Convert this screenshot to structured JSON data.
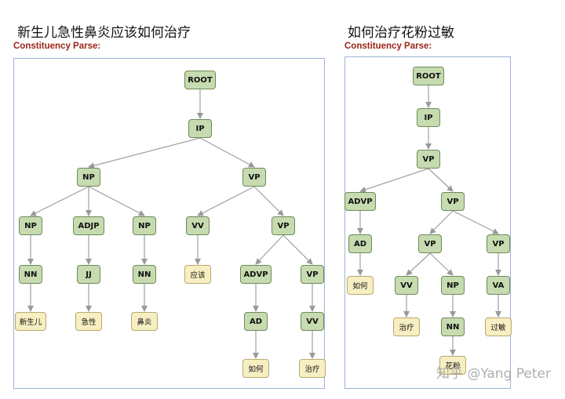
{
  "trees": [
    {
      "title": "新生儿急性鼻炎应该如何治疗",
      "subtitle": "Constituency Parse:",
      "nodes": [
        {
          "id": "ROOT",
          "label": "ROOT",
          "kind": "nt"
        },
        {
          "id": "IP",
          "label": "IP",
          "kind": "nt",
          "parent": "ROOT"
        },
        {
          "id": "NP0",
          "label": "NP",
          "kind": "nt",
          "parent": "IP"
        },
        {
          "id": "VP0",
          "label": "VP",
          "kind": "nt",
          "parent": "IP"
        },
        {
          "id": "NP1",
          "label": "NP",
          "kind": "nt",
          "parent": "NP0"
        },
        {
          "id": "ADJP",
          "label": "ADJP",
          "kind": "nt",
          "parent": "NP0"
        },
        {
          "id": "NP2",
          "label": "NP",
          "kind": "nt",
          "parent": "NP0"
        },
        {
          "id": "VV0",
          "label": "VV",
          "kind": "nt",
          "parent": "VP0"
        },
        {
          "id": "VP1",
          "label": "VP",
          "kind": "nt",
          "parent": "VP0"
        },
        {
          "id": "NN1",
          "label": "NN",
          "kind": "nt",
          "parent": "NP1"
        },
        {
          "id": "JJ",
          "label": "JJ",
          "kind": "nt",
          "parent": "ADJP"
        },
        {
          "id": "NN2",
          "label": "NN",
          "kind": "nt",
          "parent": "NP2"
        },
        {
          "id": "W_yinggai",
          "label": "应该",
          "kind": "lf",
          "parent": "VV0"
        },
        {
          "id": "ADVP",
          "label": "ADVP",
          "kind": "nt",
          "parent": "VP1"
        },
        {
          "id": "VP2",
          "label": "VP",
          "kind": "nt",
          "parent": "VP1"
        },
        {
          "id": "W_xinshenger",
          "label": "新生儿",
          "kind": "lf",
          "parent": "NN1"
        },
        {
          "id": "W_jixing",
          "label": "急性",
          "kind": "lf",
          "parent": "JJ"
        },
        {
          "id": "W_biyan",
          "label": "鼻炎",
          "kind": "lf",
          "parent": "NN2"
        },
        {
          "id": "AD",
          "label": "AD",
          "kind": "nt",
          "parent": "ADVP"
        },
        {
          "id": "VV1",
          "label": "VV",
          "kind": "nt",
          "parent": "VP2"
        },
        {
          "id": "W_ruhe",
          "label": "如何",
          "kind": "lf",
          "parent": "AD"
        },
        {
          "id": "W_zhiliao",
          "label": "治疗",
          "kind": "lf",
          "parent": "VV1"
        }
      ]
    },
    {
      "title": "如何治疗花粉过敏",
      "subtitle": "Constituency Parse:",
      "nodes": [
        {
          "id": "ROOT",
          "label": "ROOT",
          "kind": "nt"
        },
        {
          "id": "IP",
          "label": "IP",
          "kind": "nt",
          "parent": "ROOT"
        },
        {
          "id": "VP0",
          "label": "VP",
          "kind": "nt",
          "parent": "IP"
        },
        {
          "id": "ADVP",
          "label": "ADVP",
          "kind": "nt",
          "parent": "VP0"
        },
        {
          "id": "VP1",
          "label": "VP",
          "kind": "nt",
          "parent": "VP0"
        },
        {
          "id": "AD",
          "label": "AD",
          "kind": "nt",
          "parent": "ADVP"
        },
        {
          "id": "VP2",
          "label": "VP",
          "kind": "nt",
          "parent": "VP1"
        },
        {
          "id": "VP3",
          "label": "VP",
          "kind": "nt",
          "parent": "VP1"
        },
        {
          "id": "W_ruhe",
          "label": "如何",
          "kind": "lf",
          "parent": "AD"
        },
        {
          "id": "VV",
          "label": "VV",
          "kind": "nt",
          "parent": "VP2"
        },
        {
          "id": "NP",
          "label": "NP",
          "kind": "nt",
          "parent": "VP2"
        },
        {
          "id": "VA",
          "label": "VA",
          "kind": "nt",
          "parent": "VP3"
        },
        {
          "id": "W_zhiliao",
          "label": "治疗",
          "kind": "lf",
          "parent": "VV"
        },
        {
          "id": "NN",
          "label": "NN",
          "kind": "nt",
          "parent": "NP"
        },
        {
          "id": "W_guomin",
          "label": "过敏",
          "kind": "lf",
          "parent": "VA"
        },
        {
          "id": "W_huafen",
          "label": "花粉",
          "kind": "lf",
          "parent": "NN"
        }
      ]
    }
  ],
  "watermark": "知乎 @Yang Peter"
}
